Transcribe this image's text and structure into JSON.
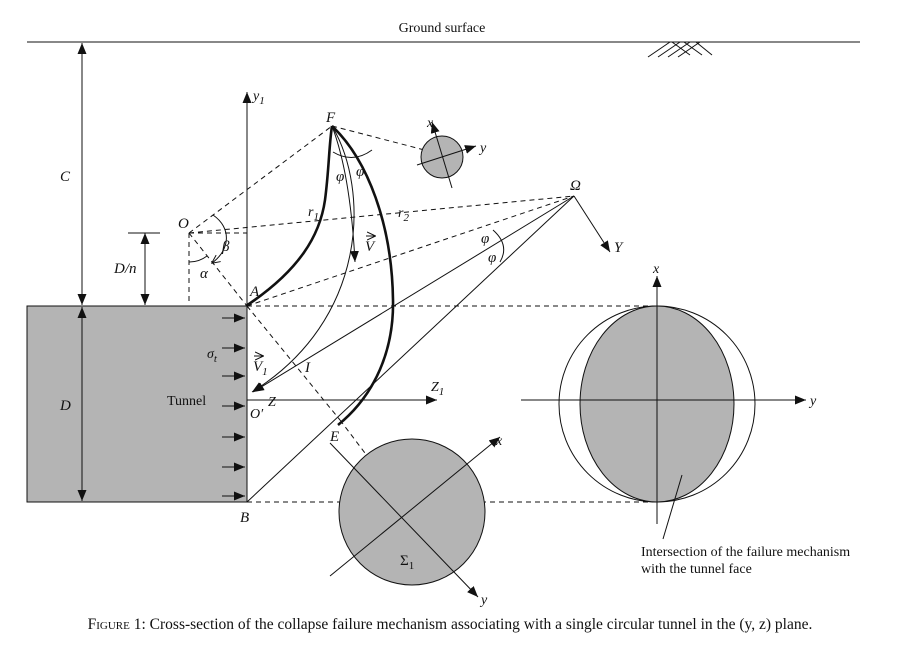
{
  "labels": {
    "ground_surface": "Ground surface",
    "C": "C",
    "D_over_n": "D/n",
    "D": "D",
    "O": "O",
    "alpha": "α",
    "beta": "β",
    "A": "A",
    "B": "B",
    "F": "F",
    "E": "E",
    "I": "I",
    "Omega": "Ω",
    "Y": "Y",
    "y1_base": "y",
    "y1_sub": "1",
    "Z1_base": "Z",
    "Z1_sub": "1",
    "O_prime": "O′",
    "Z": "Z",
    "sigma_base": "σ",
    "sigma_sub": "t",
    "tunnel": "Tunnel",
    "phi": "φ",
    "r1_base": "r",
    "r1_sub": "1",
    "r2_base": "r",
    "r2_sub": "2",
    "V": "V",
    "V1_base": "V",
    "V1_sub": "1",
    "x": "x",
    "y": "y",
    "Sigma1_base": "Σ",
    "Sigma1_sub": "1",
    "intersection_line1": "Intersection of the failure mechanism",
    "intersection_line2": "with the tunnel face"
  },
  "caption": {
    "label": "Figure 1:",
    "text": " Cross-section of the collapse failure mechanism associating with a single circular tunnel in the (y, z) plane."
  }
}
